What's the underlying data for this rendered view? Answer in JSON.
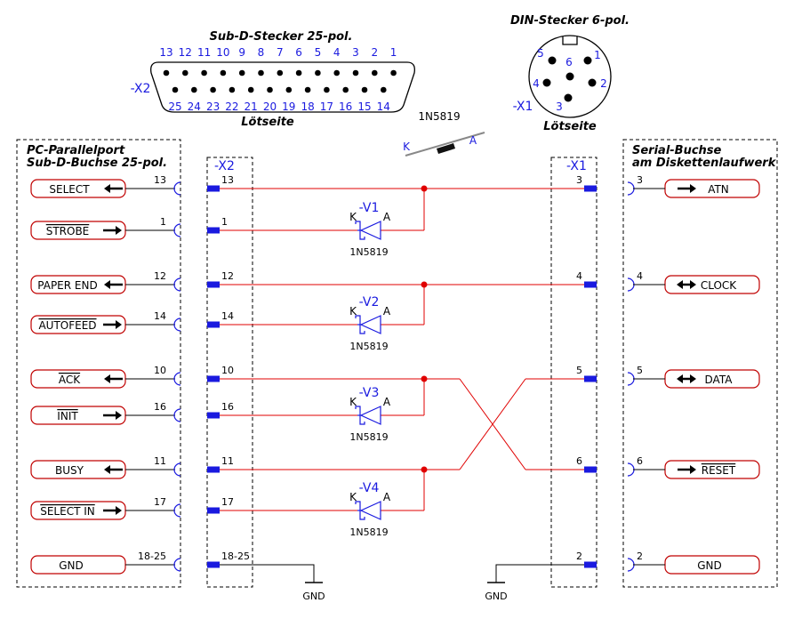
{
  "subd": {
    "title": "Sub-D-Stecker 25-pol.",
    "ref": "-X2",
    "top_numbers": [
      "13",
      "12",
      "11",
      "10",
      "9",
      "8",
      "7",
      "6",
      "5",
      "4",
      "3",
      "2",
      "1"
    ],
    "bottom_numbers": [
      "25",
      "24",
      "23",
      "22",
      "21",
      "20",
      "19",
      "18",
      "17",
      "16",
      "15",
      "14"
    ],
    "side": "Lötseite"
  },
  "din": {
    "title": "DIN-Stecker 6-pol.",
    "ref": "-X1",
    "pins": [
      "1",
      "2",
      "3",
      "4",
      "5",
      "6"
    ],
    "side": "Lötseite"
  },
  "diode_legend": {
    "part": "1N5819",
    "k": "K",
    "a": "A"
  },
  "left_block": {
    "title_line1": "PC-Parallelport",
    "title_line2": "Sub-D-Buchse 25-pol."
  },
  "right_block": {
    "title_line1": "Serial-Buchse",
    "title_line2": "am Diskettenlaufwerk"
  },
  "connector_x2": {
    "ref": "-X2"
  },
  "connector_x1": {
    "ref": "-X1"
  },
  "left_signals": [
    {
      "label": "SELECT",
      "pin": "13",
      "dir": "left",
      "overline": false
    },
    {
      "label": "STROBE",
      "pin": "1",
      "dir": "right",
      "overline": true
    },
    {
      "label": "PAPER END",
      "pin": "12",
      "dir": "left",
      "overline": false
    },
    {
      "label": "AUTOFEED",
      "pin": "14",
      "dir": "right",
      "overline": true
    },
    {
      "label": "ACK",
      "pin": "10",
      "dir": "left",
      "overline": true
    },
    {
      "label": "INIT",
      "pin": "16",
      "dir": "right",
      "overline": true
    },
    {
      "label": "BUSY",
      "pin": "11",
      "dir": "left",
      "overline": false
    },
    {
      "label": "SELECT IN",
      "pin": "17",
      "dir": "right",
      "overline": true
    },
    {
      "label": "GND",
      "pin": "18-25",
      "dir": "none",
      "overline": false
    }
  ],
  "right_signals": [
    {
      "label": "ATN",
      "pin": "3",
      "dir": "right",
      "overline": false
    },
    {
      "label": "CLOCK",
      "pin": "4",
      "dir": "both",
      "overline": false
    },
    {
      "label": "DATA",
      "pin": "5",
      "dir": "both",
      "overline": false
    },
    {
      "label": "RESET",
      "pin": "6",
      "dir": "right",
      "overline": true
    },
    {
      "label": "GND",
      "pin": "2",
      "dir": "none",
      "overline": false
    }
  ],
  "diodes": [
    {
      "ref": "-V1",
      "part": "1N5819",
      "k": "K",
      "a": "A"
    },
    {
      "ref": "-V2",
      "part": "1N5819",
      "k": "K",
      "a": "A"
    },
    {
      "ref": "-V3",
      "part": "1N5819",
      "k": "K",
      "a": "A"
    },
    {
      "ref": "-V4",
      "part": "1N5819",
      "k": "K",
      "a": "A"
    }
  ],
  "gnd": {
    "left": "GND",
    "right": "GND"
  }
}
